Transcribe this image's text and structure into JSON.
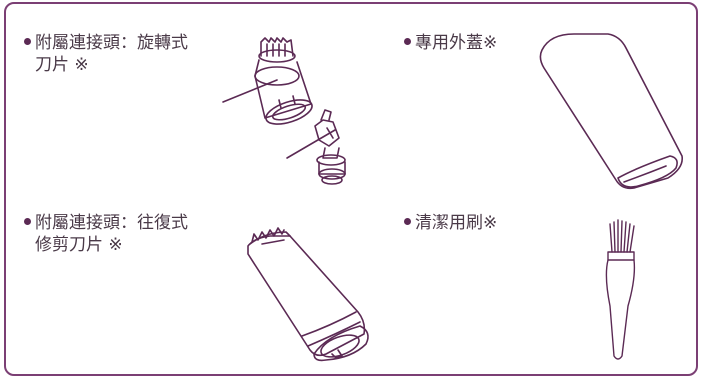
{
  "items": [
    {
      "line1": "附屬連接頭：旋轉式",
      "line2": "刀片 ※",
      "icon": "rotary-blade-attachment"
    },
    {
      "line1": "專用外蓋※",
      "icon": "protective-cap"
    },
    {
      "line1": "附屬連接頭：往復式",
      "line2": "修剪刀片 ※",
      "icon": "trimmer-blade-attachment"
    },
    {
      "line1": "清潔用刷※",
      "icon": "cleaning-brush"
    }
  ],
  "colors": {
    "frame": "#7b3f74",
    "line_art": "#5b2a54",
    "text": "#4a3a48"
  }
}
